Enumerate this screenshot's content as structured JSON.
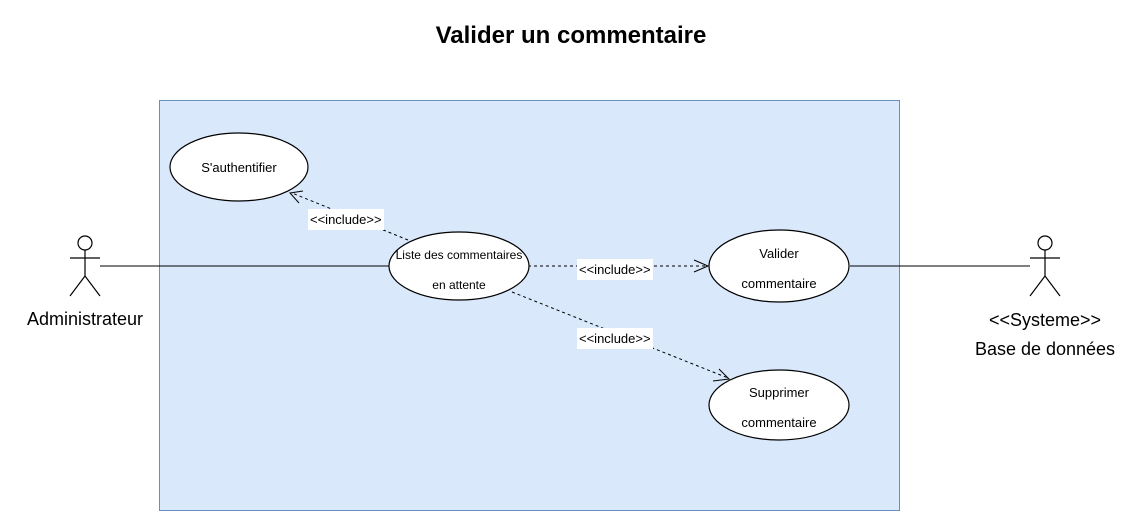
{
  "title": "Valider un commentaire",
  "actors": {
    "admin": "Administrateur",
    "system_stereotype": "<<Systeme>>",
    "system_name": "Base de données"
  },
  "use_cases": {
    "auth": "S'authentifier",
    "list_line1": "Liste des commentaires",
    "list_line2": "en attente",
    "validate_line1": "Valider",
    "validate_line2": "commentaire",
    "delete_line1": "Supprimer",
    "delete_line2": "commentaire"
  },
  "relations": {
    "include_auth": "<<include>>",
    "include_validate": "<<include>>",
    "include_delete": "<<include>>"
  }
}
